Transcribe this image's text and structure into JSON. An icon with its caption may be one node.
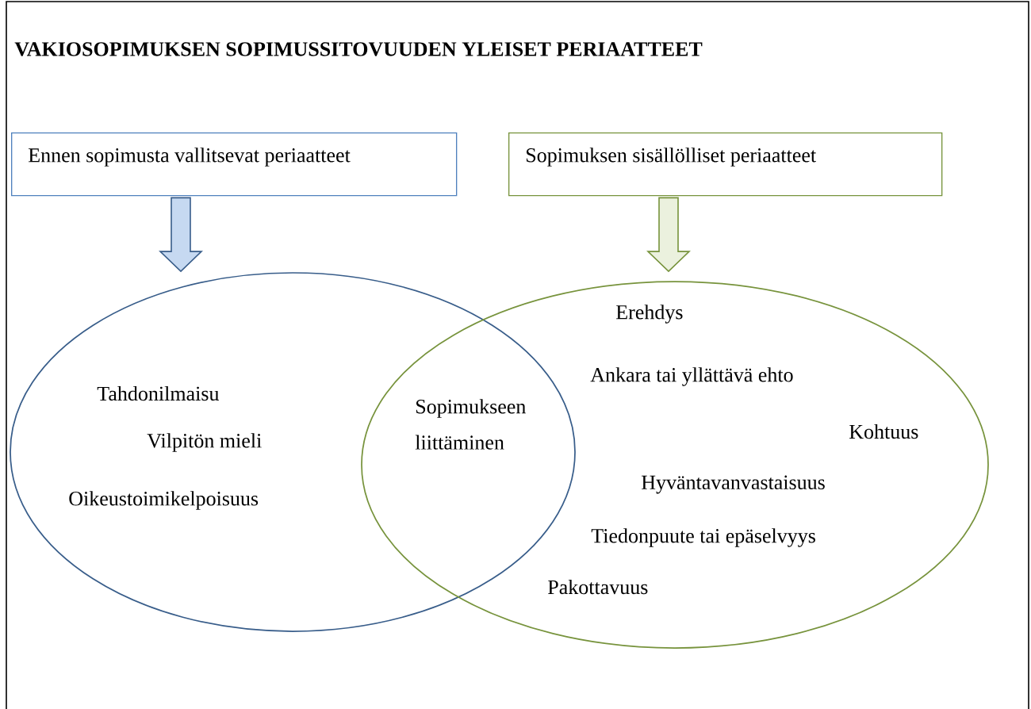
{
  "diagram": {
    "title": "VAKIOSOPIMUKSEN SOPIMUSSITOVUUDEN YLEISET PERIAATTEET",
    "nodes": [
      {
        "text": [
          "Ennen sopimusta vallitsevat periaatteet"
        ]
      },
      {
        "text": [
          "Sopimuksen sisällölliset periaatteet"
        ]
      },
      {
        "text": [
          "Tahdonilmaisu",
          "Vilpitön mieli",
          "Oikeustoimikelpoisuus"
        ]
      },
      {
        "text": [
          "Erehdys",
          "Ankara tai yllättävä ehto",
          "Kohtuus",
          "Hyväntavanvastaisuus",
          "Tiedonpuute tai epäselvyys",
          "Pakottavuus"
        ]
      }
    ],
    "edges": [
      {
        "from": 0,
        "to": 2,
        "arrow": "to",
        "color": "#385d8a"
      },
      {
        "from": 1,
        "to": 3,
        "arrow": "to",
        "color": "#77933c"
      }
    ],
    "labels": [
      "Sopimukseen liittäminen"
    ]
  }
}
